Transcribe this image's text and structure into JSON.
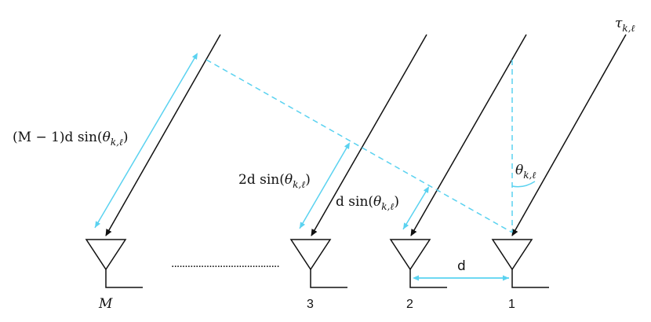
{
  "diagram": {
    "antenna_labels": [
      "M",
      "3",
      "2",
      "1"
    ],
    "spacing_label": "d",
    "delay_label": "τ",
    "delay_sub": "k,ℓ",
    "angle_label": "θ",
    "angle_sub": "k,ℓ",
    "path_labels": [
      {
        "prefix": "(M − 1)d sin(",
        "sym": "θ",
        "sub": "k,ℓ",
        "suffix": ")"
      },
      {
        "prefix": "2d sin(",
        "sym": "θ",
        "sub": "k,ℓ",
        "suffix": ")"
      },
      {
        "prefix": "d sin(",
        "sym": "θ",
        "sub": "k,ℓ",
        "suffix": ")"
      }
    ],
    "ellipsis": "........................................",
    "colors": {
      "wave": "#111111",
      "guide": "#5ad2f0",
      "antenna": "#111111"
    }
  }
}
